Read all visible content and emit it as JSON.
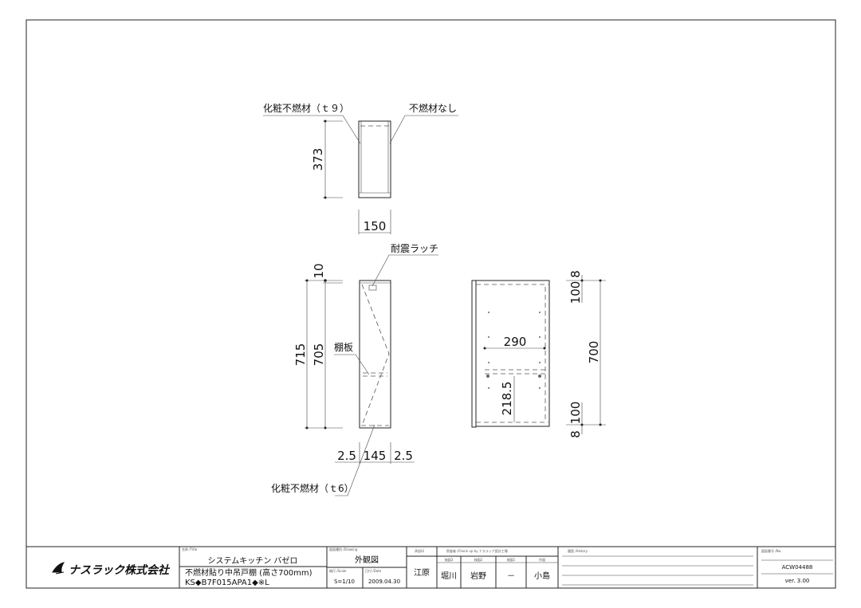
{
  "drawing": {
    "top_view": {
      "label_left": "化粧不燃材（ｔ９）",
      "label_right": "不燃材なし",
      "dim_height": "373",
      "dim_width": "150"
    },
    "side_view": {
      "label_latch": "耐震ラッチ",
      "label_shelf": "棚板",
      "label_bottom": "化粧不燃材（ｔ6）",
      "dim_top": "10",
      "dim_total": "715",
      "dim_inner": "705",
      "dim_left": "2.5",
      "dim_mid": "145",
      "dim_right": "2.5"
    },
    "front_view": {
      "dim_width": "290",
      "dim_shelf": "218.5",
      "dim_height": "700",
      "dim_top_8": "8",
      "dim_top_100": "100",
      "dim_bottom_100": "100",
      "dim_bottom_8": "8"
    }
  },
  "title_block": {
    "company": "ナスラック株式会社",
    "title_label": "名称 /Title",
    "title_line1": "システムキッチン バゼロ",
    "title_line2": "不燃材貼り中吊戸棚 (高さ700mm)",
    "title_line3": "KS◆B7F015APA1◆※L",
    "drawing_label": "図面種別 /Drawing",
    "drawing_value": "外観図",
    "scale_label": "縮尺 /Scale",
    "scale_value": "S=1/10",
    "date_label": "日付 /Date",
    "date_value": "2009.04.30",
    "approval_label": "承認印",
    "approval_value": "江原",
    "check_label": "照査者 /Check up by ナスラック設計工場",
    "checkers": [
      {
        "label": "検図3",
        "name": "堀川"
      },
      {
        "label": "検図2",
        "name": "岩野"
      },
      {
        "label": "検図1",
        "name": "－"
      },
      {
        "label": "作図",
        "name": "小島"
      }
    ],
    "history_label": "履歴 /History",
    "number_label": "図面番号 /No.",
    "number_value": "ACW04488",
    "version": "ver. 3.00"
  }
}
